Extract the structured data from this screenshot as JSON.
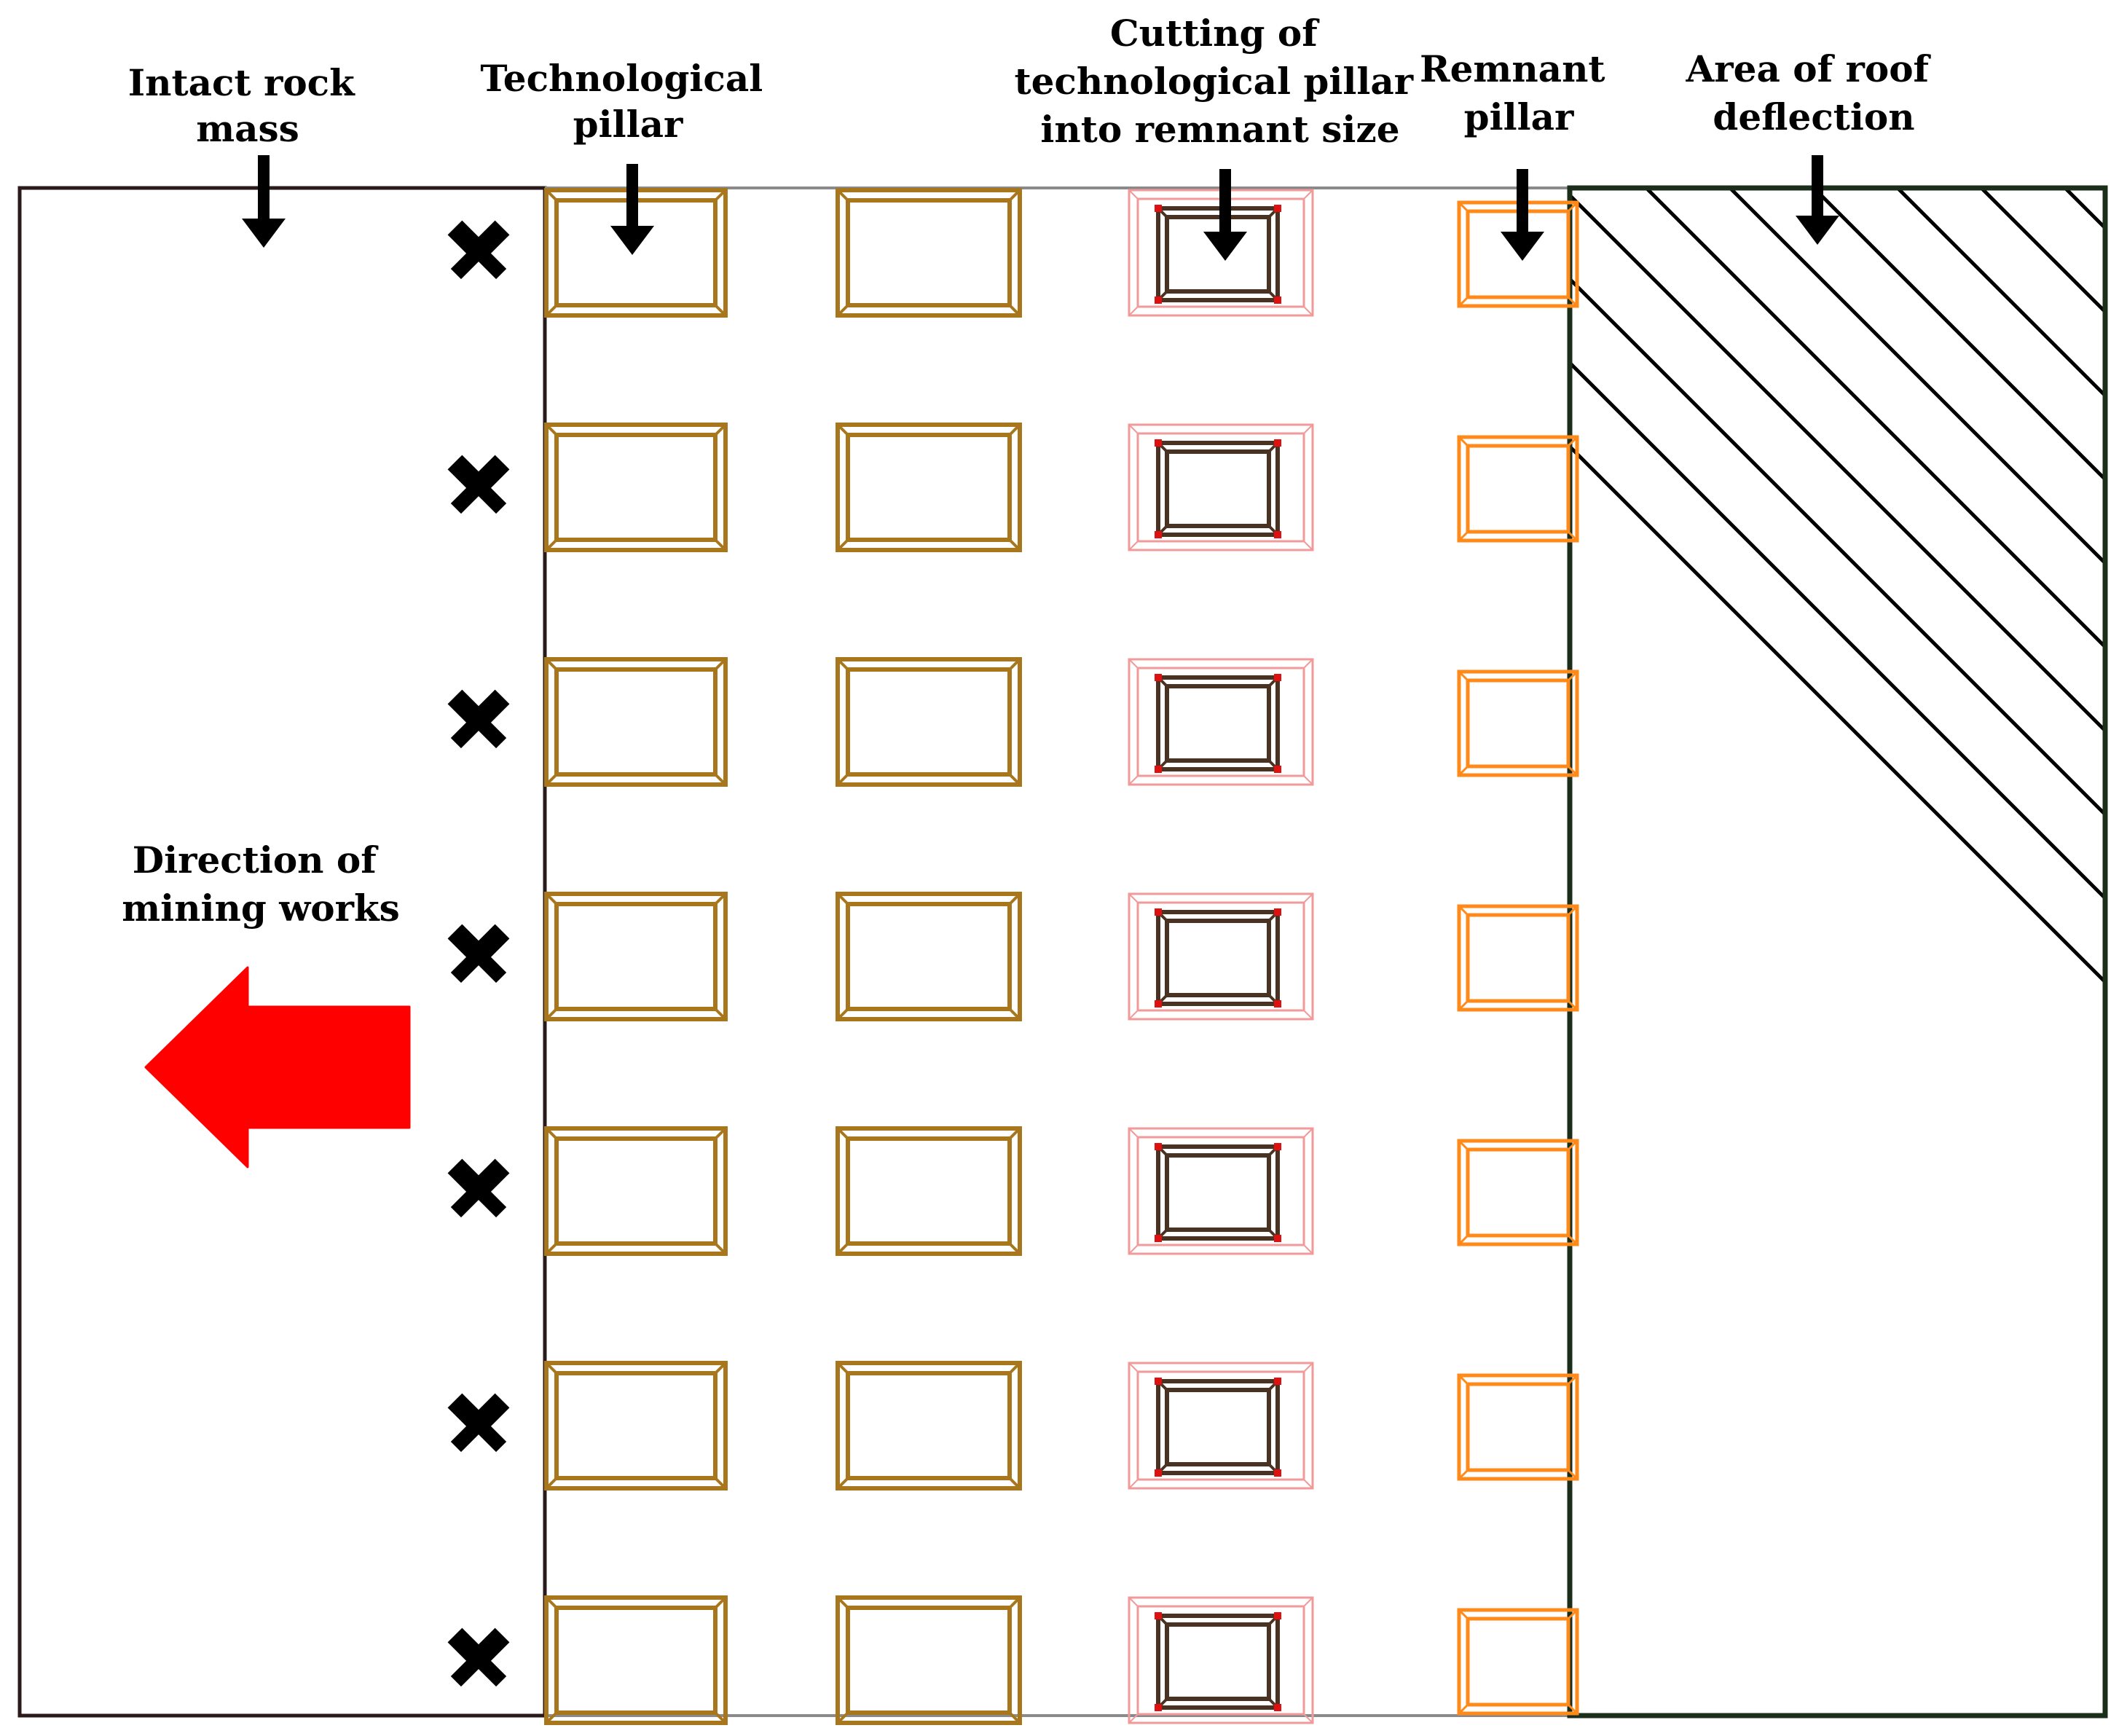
{
  "labels": {
    "intact_rock_mass": [
      "Intact rock",
      "mass"
    ],
    "technological_pillar": [
      "Technological",
      "pillar"
    ],
    "cutting": [
      "Cutting of",
      "technological  pillar",
      "into remnant size"
    ],
    "remnant_pillar": [
      "Remnant",
      "pillar"
    ],
    "roof_deflection": [
      "Area of roof",
      "deflection"
    ],
    "direction": [
      "Direction of",
      "mining works"
    ]
  },
  "pillar_rows": 7,
  "icons": {
    "mining_symbol": "crossed-hammers-icon",
    "label_pointer": "down-arrow-icon",
    "direction_pointer": "left-arrow-icon"
  },
  "colors": {
    "outline_dark": "#2a1a1a",
    "roof_area_border": "#1a2e1a",
    "technological_pillar": "#a8761c",
    "cutting_outer": "#f29a9a",
    "cutting_inner": "#4a3222",
    "cutting_corner": "#e01010",
    "remnant_pillar": "#ff8a1a",
    "direction_arrow": "#ff0000",
    "hatch": "#000000"
  }
}
